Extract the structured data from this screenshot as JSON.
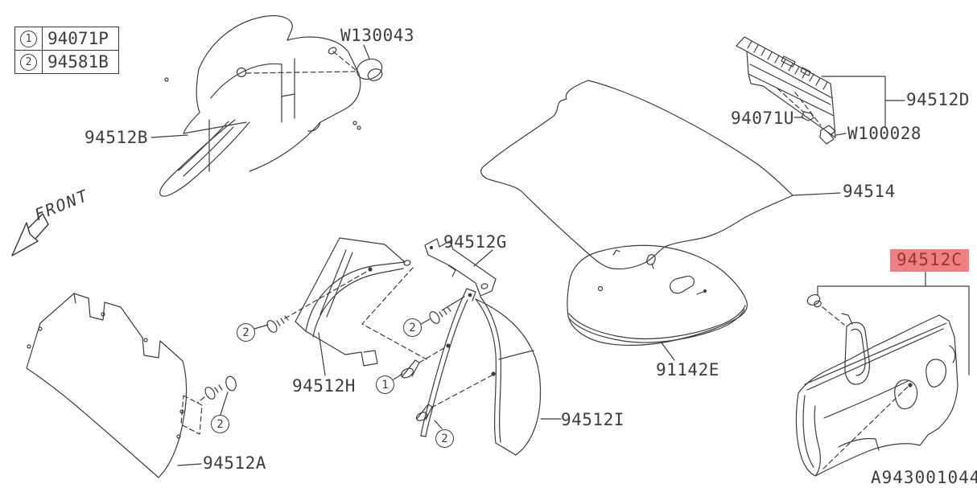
{
  "diagram": {
    "legend": {
      "items": [
        {
          "index": "1",
          "part_number": "94071P"
        },
        {
          "index": "2",
          "part_number": "94581B"
        }
      ]
    },
    "front_arrow": {
      "label": "FRONT"
    },
    "part_labels": {
      "panel_b": "94512B",
      "clip_w130043": "W130043",
      "trim_d": "94512D",
      "clip_94071u": "94071U",
      "clip_w100028": "W100028",
      "trunk_mat": "94514",
      "bracket_g": "94512G",
      "frame_h": "94512H",
      "panel_i": "94512I",
      "spare_mat": "91142E",
      "panel_a": "94512A",
      "panel_c": "94512C"
    },
    "highlighted_part": "94512C",
    "callouts": [
      "2",
      "2",
      "1",
      "2",
      "2"
    ],
    "drawing_code": "A943001044",
    "colors": {
      "line": "#3c3c3c",
      "highlight_bg": "#f08080",
      "highlight_text": "#963434"
    }
  }
}
